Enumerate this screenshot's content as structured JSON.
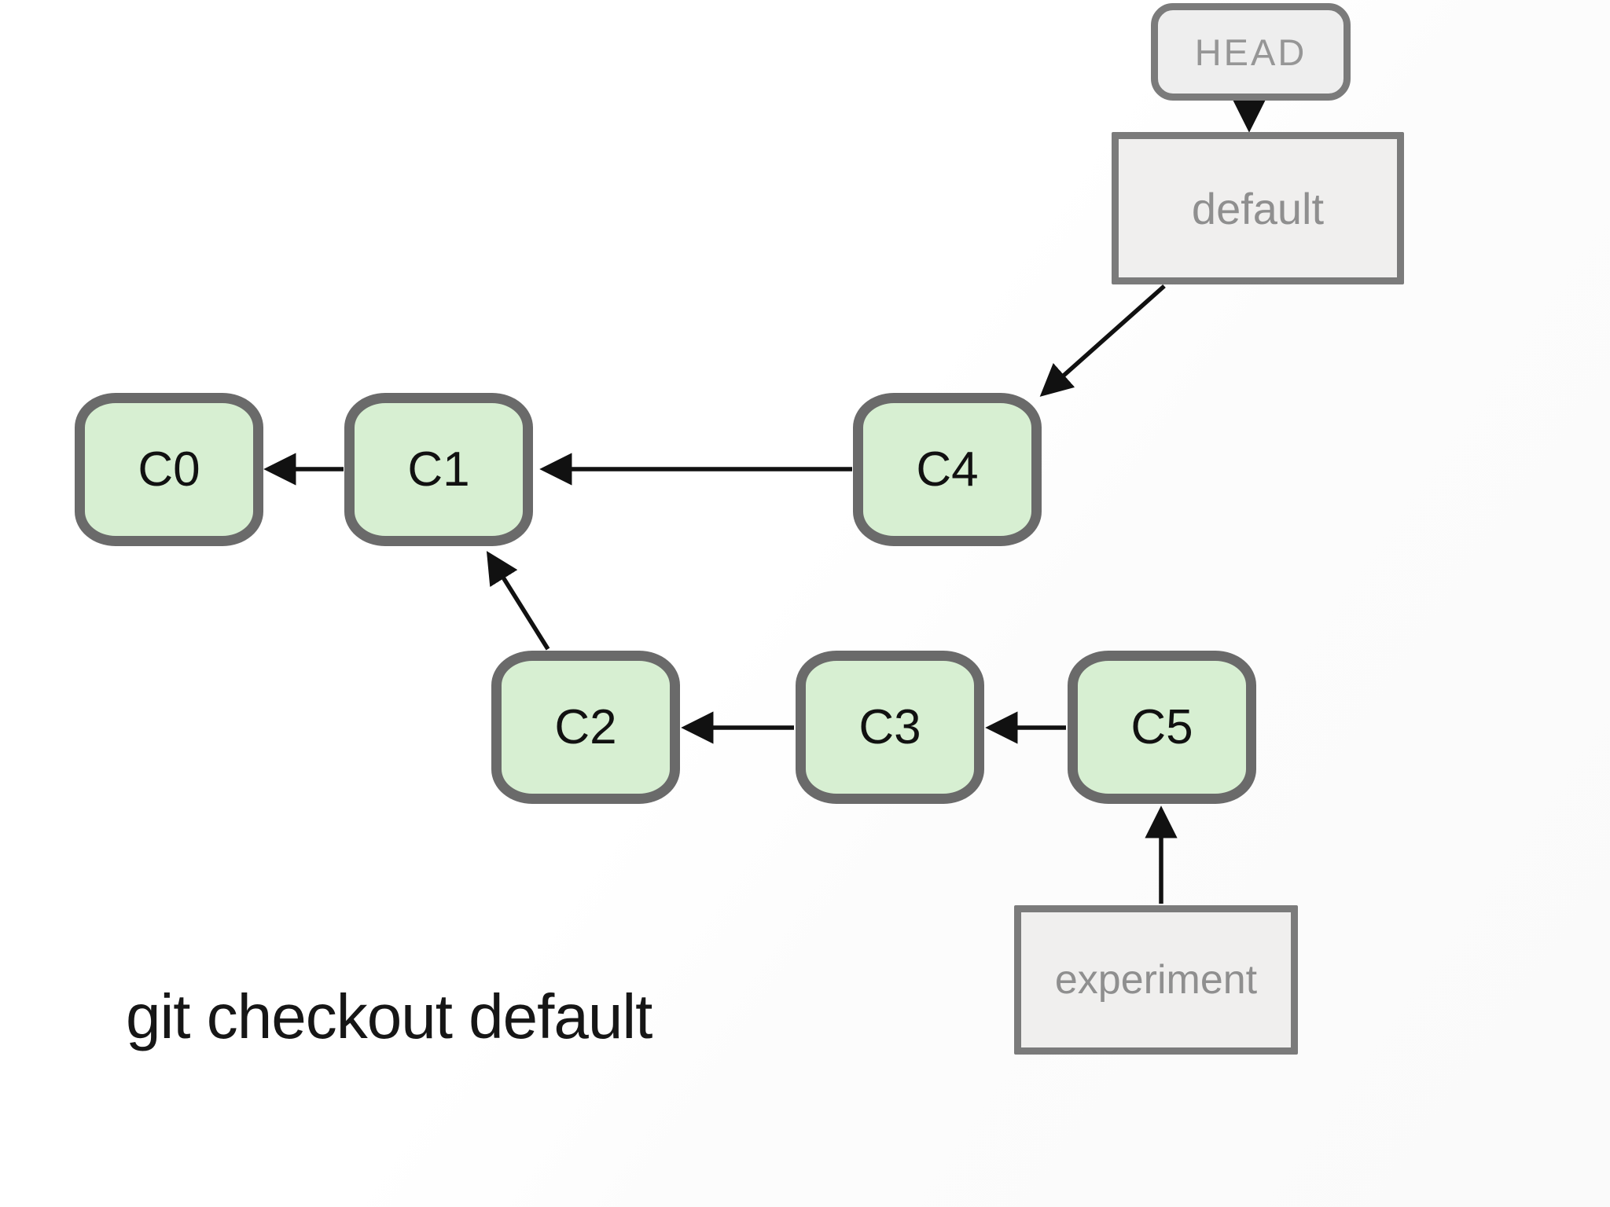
{
  "diagram": {
    "head": {
      "label": "HEAD"
    },
    "branches": [
      {
        "name": "default"
      },
      {
        "name": "experiment"
      }
    ],
    "commits": [
      {
        "id": "C0"
      },
      {
        "id": "C1"
      },
      {
        "id": "C2"
      },
      {
        "id": "C3"
      },
      {
        "id": "C4"
      },
      {
        "id": "C5"
      }
    ],
    "edges": [
      {
        "from": "HEAD",
        "to": "default"
      },
      {
        "from": "default",
        "to": "C4"
      },
      {
        "from": "C4",
        "to": "C1"
      },
      {
        "from": "C1",
        "to": "C0"
      },
      {
        "from": "C2",
        "to": "C1"
      },
      {
        "from": "C3",
        "to": "C2"
      },
      {
        "from": "C5",
        "to": "C3"
      },
      {
        "from": "experiment",
        "to": "C5"
      }
    ],
    "caption": "git checkout default",
    "colors": {
      "commit_fill": "#d7efd2",
      "commit_border": "#6a6a6a",
      "ref_fill": "#f0efee",
      "ref_border": "#7b7b7b",
      "ref_text": "#8f8f8f",
      "arrow": "#111111",
      "caption_text": "#161616"
    }
  }
}
